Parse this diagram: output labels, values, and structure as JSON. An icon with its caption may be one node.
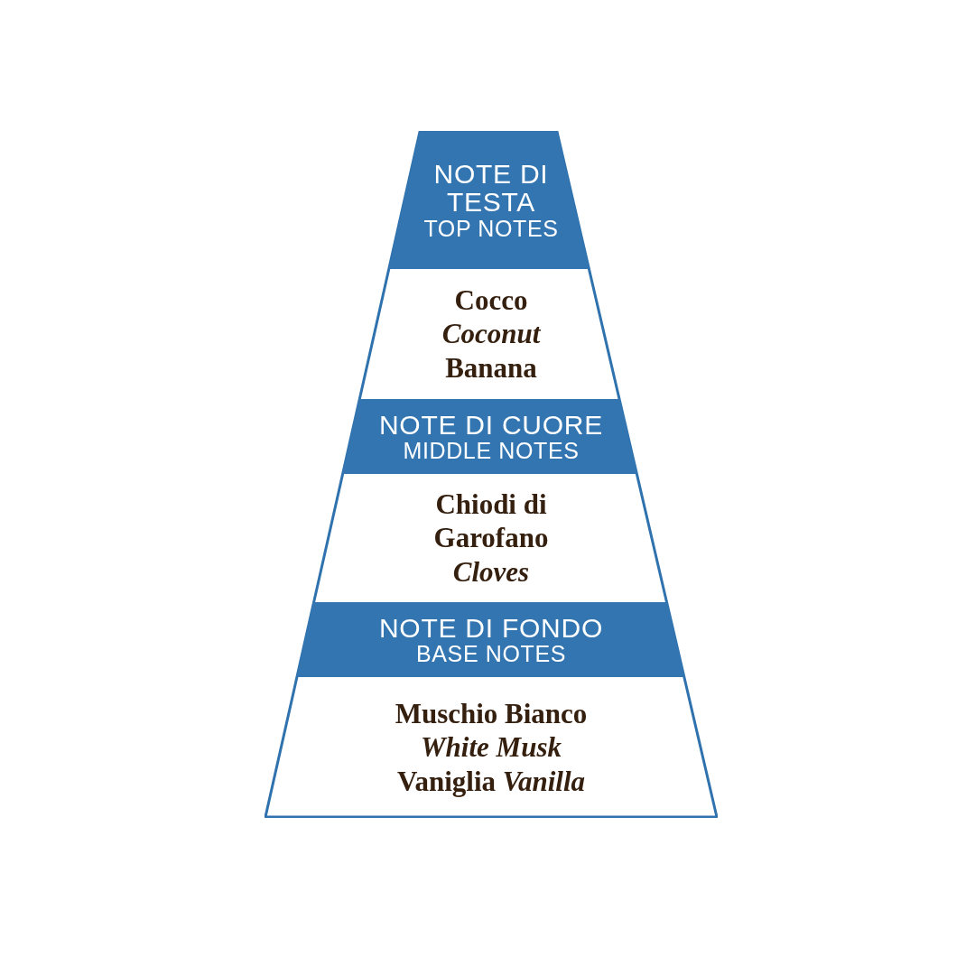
{
  "diagram": {
    "nodes": [
      {
        "text": [
          "NOTE DI TESTA",
          "TOP NOTES"
        ]
      },
      {
        "text": [
          "Cocco",
          "*Coconut*",
          "Banana"
        ]
      },
      {
        "text": [
          "NOTE DI CUORE",
          "MIDDLE NOTES"
        ]
      },
      {
        "text": [
          "Chiodi di Garofano",
          "*Cloves*"
        ]
      },
      {
        "text": [
          "NOTE DI FONDO",
          "BASE NOTES"
        ]
      },
      {
        "text": [
          "Muschio Bianco",
          "*White Musk*",
          "Vaniglia *Vanilla*"
        ]
      }
    ]
  }
}
